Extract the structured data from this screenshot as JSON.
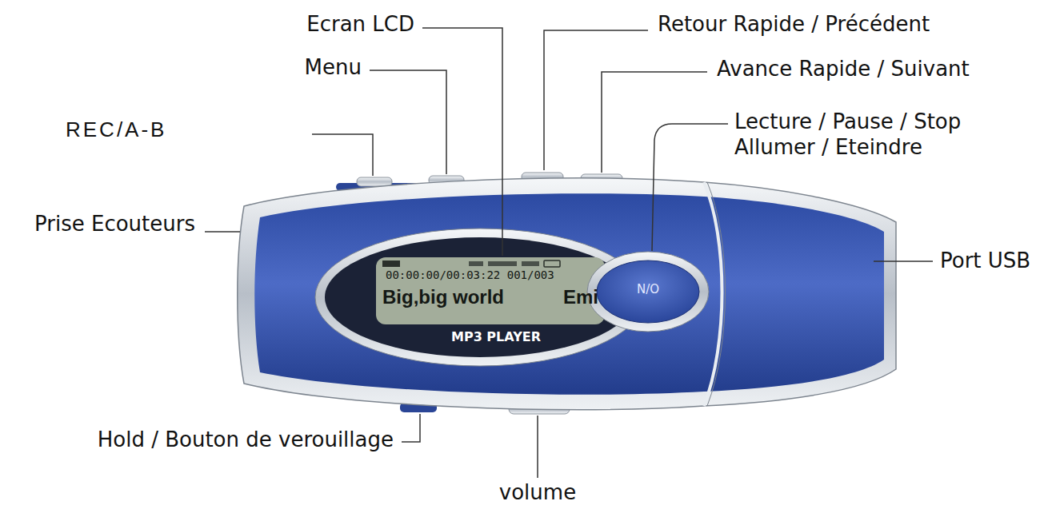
{
  "diagram": {
    "labels": [
      "Ecran LCD",
      "Menu",
      "REC/A-B",
      "Prise Ecouteurs",
      "Hold / Bouton de verouillage",
      "volume",
      "Retour Rapide / Précédent",
      "Avance Rapide / Suivant",
      "Lecture / Pause / Stop",
      "Allumer / Eteindre",
      "Port USB",
      "MP3 PLAYER",
      "00:00:00/00:03:22 001/003",
      "Big,big world",
      "Emi",
      "N/O"
    ]
  }
}
